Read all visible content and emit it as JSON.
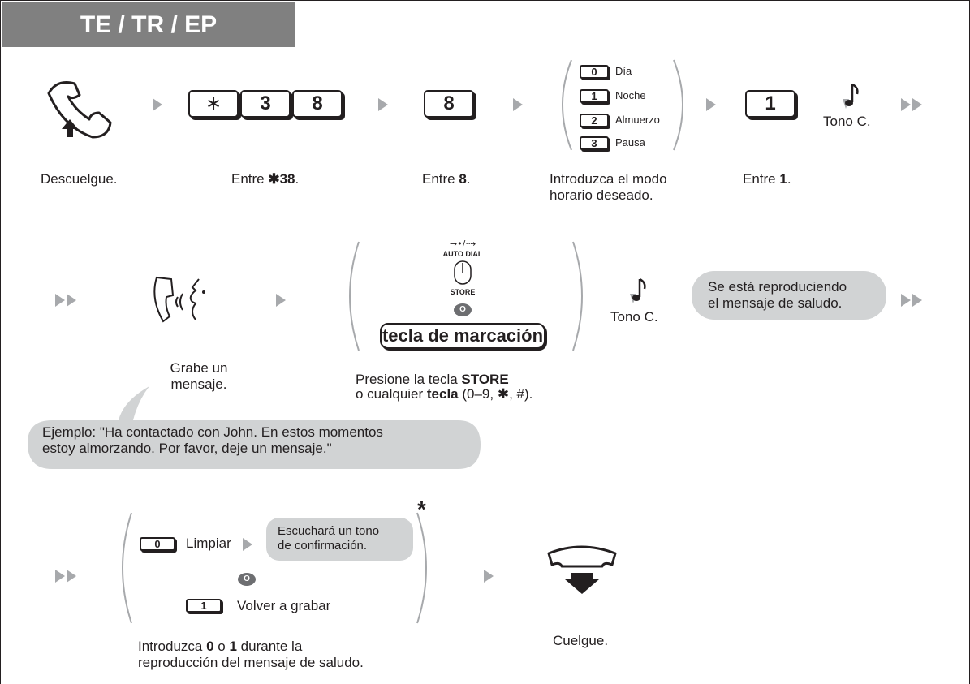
{
  "header": {
    "title": "TE / TR / EP"
  },
  "row1": {
    "keys_main": [
      "∗",
      "3",
      "8"
    ],
    "key_8": "8",
    "options": [
      {
        "key": "0",
        "label": "Día"
      },
      {
        "key": "1",
        "label": "Noche"
      },
      {
        "key": "2",
        "label": "Almuerzo"
      },
      {
        "key": "3",
        "label": "Pausa"
      }
    ],
    "key_1": "1",
    "tone": "Tono C.",
    "captions": {
      "offhook": "Descuelgue.",
      "enter38_prefix": "Entre ",
      "enter38_bold": "✱38",
      "enter8_prefix": "Entre ",
      "enter8_bold": "8",
      "mode_line1": "Introduzca el modo",
      "mode_line2": "horario deseado.",
      "enter1_prefix": "Entre ",
      "enter1_bold": "1"
    }
  },
  "row2": {
    "autodial_label": "AUTO DIAL",
    "store_label": "STORE",
    "or_label": "O",
    "dial_key": "tecla de marcación",
    "tone": "Tono C.",
    "playing_bubble": [
      "Se está reproduciendo",
      "el mensaje de saludo."
    ],
    "record_caption": [
      "Grabe un",
      "mensaje."
    ],
    "press_caption_line1_prefix": "Presione la tecla ",
    "press_caption_line1_bold": "STORE",
    "press_caption_line2_prefix": "o cualquier ",
    "press_caption_line2_bold": "tecla",
    "press_caption_line2_suffix": " (0–9, ✱, #).",
    "example": [
      "Ejemplo: \"Ha contactado con John. En estos momentos",
      "estoy almorzando. Por favor, deje un mensaje.\""
    ]
  },
  "row3": {
    "key0": "0",
    "clear_label": "Limpiar",
    "confirm_bubble": [
      "Escuchará un tono",
      "de confirmación."
    ],
    "or_label": "O",
    "key1": "1",
    "rerecord_label": "Volver a grabar",
    "asterisk": "*",
    "caption_prefix": "Introduzca ",
    "caption_bold1": "0",
    "caption_mid": " o ",
    "caption_bold2": "1",
    "caption_suffix": " durante la",
    "caption_line2": "reproducción del mensaje de saludo.",
    "hangup_caption": "Cuelgue."
  }
}
